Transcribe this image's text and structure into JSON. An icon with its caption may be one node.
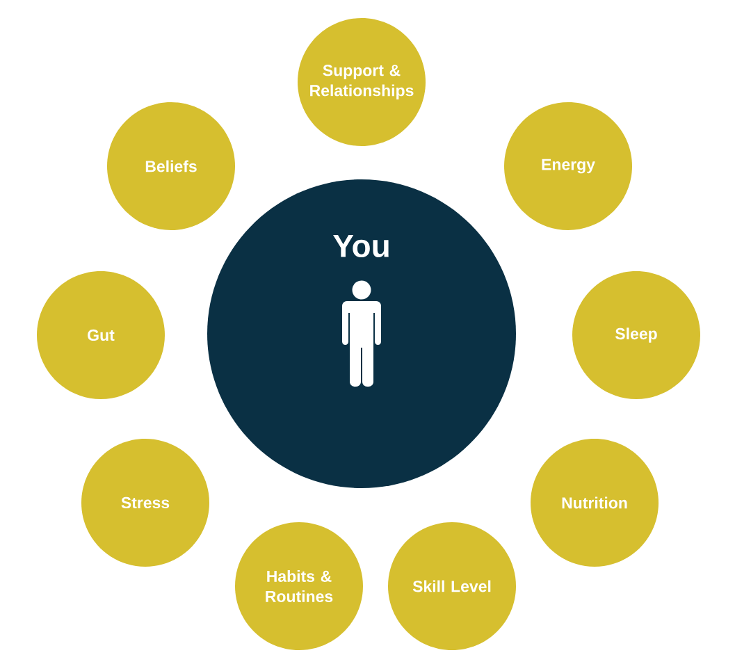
{
  "diagram": {
    "nodes": [
      {
        "text": [
          "Support & Relationships"
        ]
      },
      {
        "text": [
          "Beliefs"
        ]
      },
      {
        "text": [
          "Energy"
        ]
      },
      {
        "text": [
          "You"
        ]
      },
      {
        "text": [
          "Gut"
        ]
      },
      {
        "text": [
          "Sleep"
        ]
      },
      {
        "text": [
          "Stress"
        ]
      },
      {
        "text": [
          "Nutrition"
        ]
      },
      {
        "text": [
          "Habits & Routines"
        ]
      },
      {
        "text": [
          "Skill Level"
        ]
      }
    ]
  }
}
